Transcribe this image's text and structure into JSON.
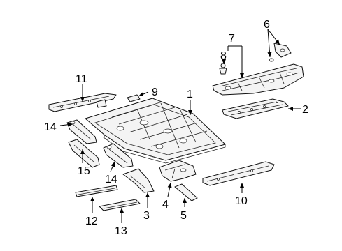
{
  "callouts": {
    "c1": "1",
    "c2": "2",
    "c3": "3",
    "c4": "4",
    "c5": "5",
    "c6": "6",
    "c7": "7",
    "c8": "8",
    "c9": "9",
    "c10": "10",
    "c11": "11",
    "c12": "12",
    "c13": "13",
    "c14a": "14",
    "c14b": "14",
    "c15": "15"
  },
  "colors": {
    "line": "#111111",
    "fill": "#f4f4f4",
    "background": "#ffffff"
  }
}
